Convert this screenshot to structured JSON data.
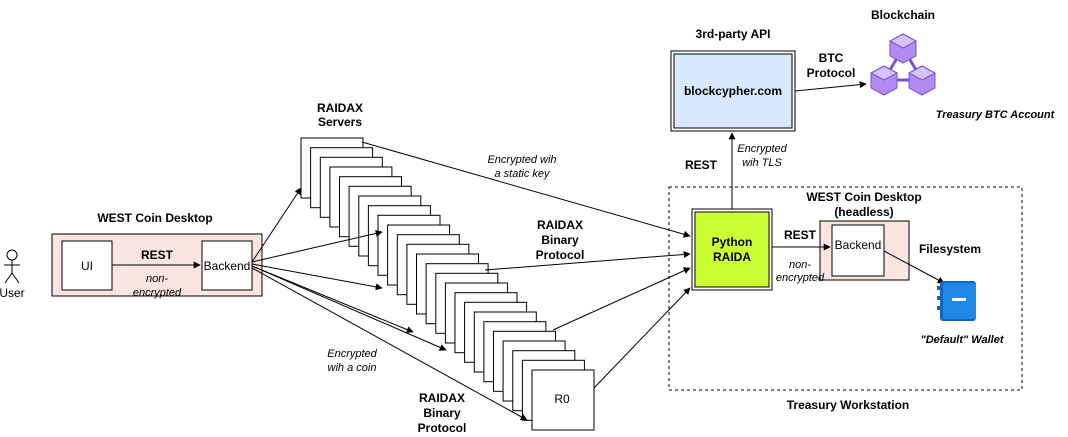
{
  "diagram": {
    "user": {
      "label": "User"
    },
    "desktop": {
      "title": "WEST Coin Desktop",
      "ui_label": "UI",
      "backend_label": "Backend",
      "rest_label": "REST",
      "nonenc_line1": "non-",
      "nonenc_line2": "encrypted"
    },
    "raidax_servers": {
      "title_line1": "RAIDAX",
      "title_line2": "Servers",
      "last_label": "R0"
    },
    "edge_labels": {
      "static_key_line1": "Encrypted wih",
      "static_key_line2": "a static key",
      "binary_top_line1": "RAIDAX",
      "binary_top_line2": "Binary",
      "binary_top_line3": "Protocol",
      "coin_line1": "Encrypted",
      "coin_line2": "wih a coin",
      "binary_bottom_line1": "RAIDAX",
      "binary_bottom_line2": "Binary",
      "binary_bottom_line3": "Protocol",
      "rest_up": "REST",
      "tls_line1": "Encrypted",
      "tls_line2": "wih TLS",
      "btc_line1": "BTC",
      "btc_line2": "Protocol",
      "rest_right": "REST",
      "nonenc_line1": "non-",
      "nonenc_line2": "encrypted",
      "filesystem": "Filesystem"
    },
    "api": {
      "caption": "3rd-party API",
      "label": "blockcypher.com"
    },
    "blockchain": {
      "caption": "Blockchain",
      "account": "Treasury BTC Account"
    },
    "python_raida": {
      "line1": "Python",
      "line2": "RAIDA"
    },
    "headless": {
      "title_line1": "WEST Coin Desktop",
      "title_line2": "(headless)",
      "backend_label": "Backend"
    },
    "wallet": {
      "label": "\"Default\" Wallet"
    },
    "workstation": {
      "caption": "Treasury Workstation"
    },
    "colors": {
      "desktop_fill": "#fbe5e0",
      "api_fill": "#dae8fc",
      "api_stroke": "#6c8ebf",
      "raida_fill": "#ccff33",
      "cube_fill": "#b18cf0",
      "wallet_blue": "#1e88e5"
    }
  }
}
